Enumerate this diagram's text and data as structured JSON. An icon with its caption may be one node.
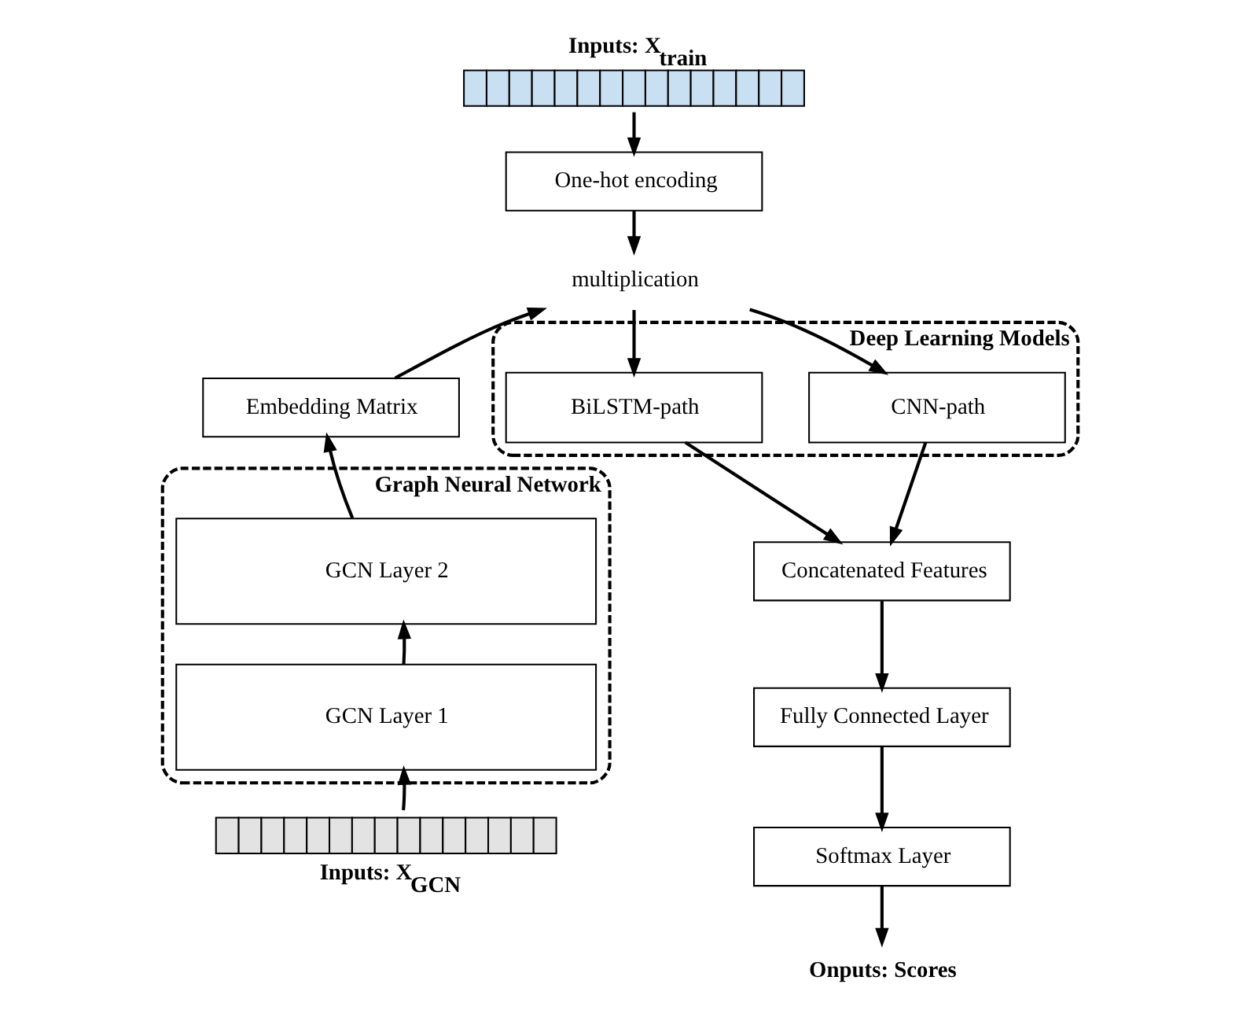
{
  "diagram": {
    "nodes": [
      {
        "text": [
          "Inputs: X$_{train}$"
        ]
      },
      {
        "text": [
          "One-hot encoding"
        ]
      },
      {
        "text": [
          "multiplication"
        ]
      },
      {
        "text": [
          "Embedding Matrix"
        ]
      },
      {
        "text": [
          "Graph Neural Network"
        ]
      },
      {
        "text": [
          "GCN Layer 2"
        ],
        "in": 4
      },
      {
        "text": [
          "GCN Layer 1"
        ],
        "in": 4
      },
      {
        "text": [
          "Inputs: X$_{GCN}$"
        ]
      },
      {
        "text": [
          "Deep Learning Models"
        ]
      },
      {
        "text": [
          "CNN-path"
        ],
        "in": 8
      },
      {
        "text": [
          "BiLSTM-path"
        ],
        "in": 8
      },
      {
        "text": [
          "Concatenated Features"
        ]
      },
      {
        "text": [
          "Fully Connected Layer"
        ]
      },
      {
        "text": [
          "Softmax Layer"
        ]
      },
      {
        "text": [
          "Onputs: Scores"
        ]
      }
    ],
    "edges": [
      {
        "from": 0,
        "to": 1,
        "arrow": "to"
      },
      {
        "from": 1,
        "to": 2,
        "arrow": "to"
      },
      {
        "from": 3,
        "to": 2,
        "arrow": "to"
      },
      {
        "from": 5,
        "to": 3,
        "arrow": "to"
      },
      {
        "from": 6,
        "to": 5,
        "arrow": "to"
      },
      {
        "from": 7,
        "to": 6,
        "arrow": "to"
      },
      {
        "from": 2,
        "to": 9,
        "arrow": "to"
      },
      {
        "from": 2,
        "to": 10,
        "arrow": "to"
      },
      {
        "from": 10,
        "to": 11,
        "arrow": "to"
      },
      {
        "from": 9,
        "to": 11,
        "arrow": "to"
      },
      {
        "from": 11,
        "to": 12,
        "arrow": "to"
      },
      {
        "from": 12,
        "to": 13,
        "arrow": "to"
      },
      {
        "from": 13,
        "to": 14,
        "arrow": "to"
      }
    ]
  }
}
